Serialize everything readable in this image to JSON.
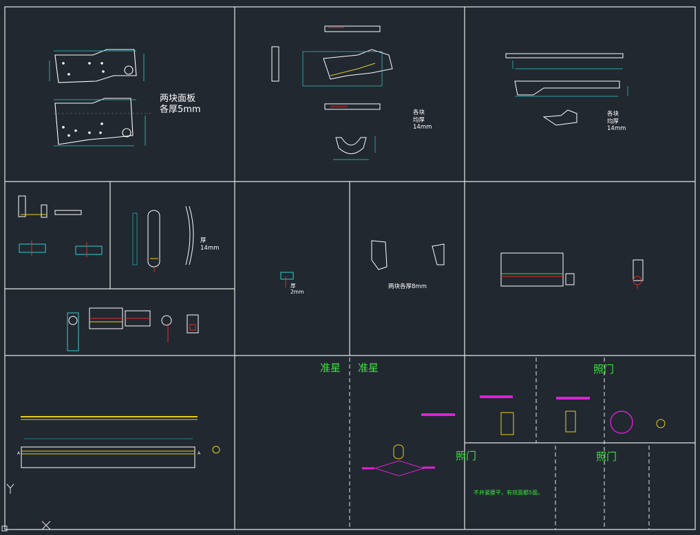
{
  "app": {
    "accent_color": "#3ee33e",
    "background": "#212830",
    "highlight_color": "#e020d8"
  },
  "notes": {
    "two_panels": "两块面板\n各厚5mm",
    "each_piece_1": "各块\n均厚\n14mm",
    "each_piece_2": "各块\n均厚\n14mm",
    "thickness_14": "厚\n14mm",
    "thickness_2": "厚\n2mm",
    "two_pieces_8": "两块各厚8mm",
    "pin_flat": "不并紧腰平，有效面都5面。"
  },
  "labels": {
    "front_sight_1": "准星",
    "front_sight_2": "准星",
    "rear_sight_1": "照门",
    "rear_sight_2": "照门",
    "rear_sight_3": "照门"
  },
  "marks": {
    "a_left": "A",
    "a_right": "A"
  }
}
